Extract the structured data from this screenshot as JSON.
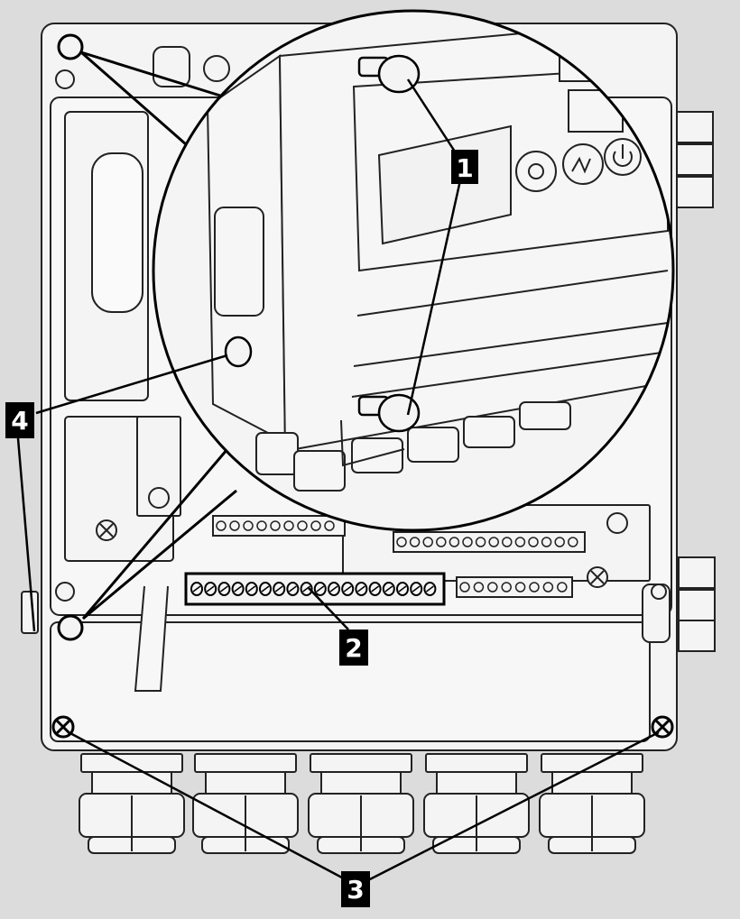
{
  "callouts": [
    {
      "id": "1",
      "label": "1"
    },
    {
      "id": "2",
      "label": "2"
    },
    {
      "id": "3",
      "label": "3"
    },
    {
      "id": "4",
      "label": "4"
    }
  ],
  "colors": {
    "background": "#dcdcdc",
    "housing_fill": "#f4f4f4",
    "line": "#000000",
    "label_fill": "#000000",
    "label_text": "#ffffff"
  }
}
